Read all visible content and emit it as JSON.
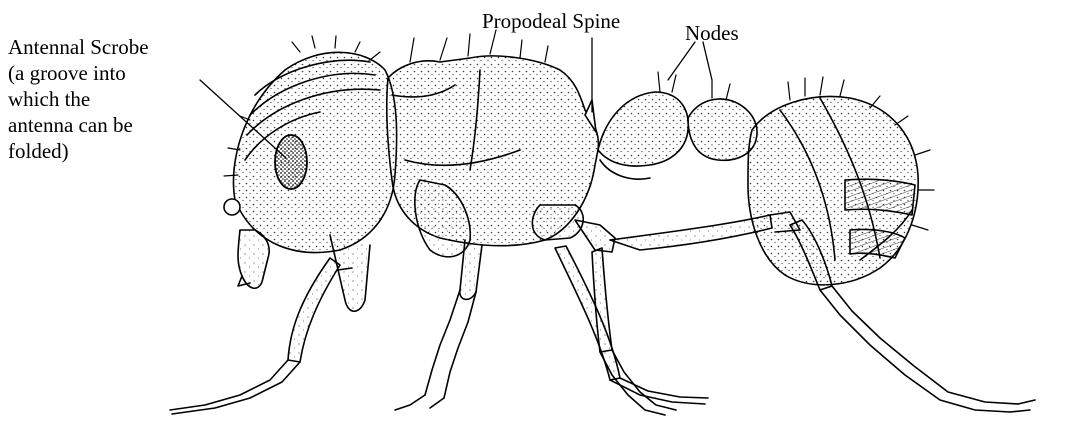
{
  "labels": {
    "antennal_scrobe": {
      "lines": [
        "Antennal Scrobe",
        "(a groove into",
        "which the",
        "antenna can be",
        "folded)"
      ]
    },
    "propodeal_spine": "Propodeal Spine",
    "nodes": "Nodes"
  },
  "colors": {
    "ink": "#000000",
    "background": "#ffffff",
    "stipple": "#3a3a3a"
  }
}
